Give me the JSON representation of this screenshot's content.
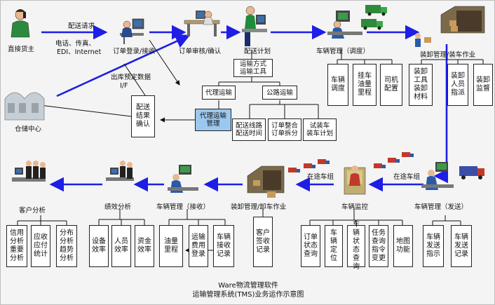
{
  "labels": {
    "delivery_request": "配送请求",
    "channels_1": "电话、传真、",
    "channels_2": "EDI、Internet",
    "outbound_data": "出库预定数据",
    "if": "I/F",
    "in_transit_mid": "在途车组",
    "in_transit_right": "在途车组"
  },
  "nodes": {
    "direct_shipper": "直接货主",
    "order_entry": "订单登录/接收",
    "order_audit": "订单审核/确认",
    "delivery_plan": "配送计划",
    "vehicle_dispatch": "车辆管理（调度）",
    "loading_work": "装卸管理/装车作业",
    "warehouse": "仓储中心",
    "vehicle_send": "车辆管理（发送）",
    "vehicle_monitor": "车辆监控",
    "unloading_work": "装卸管理/卸车作业",
    "vehicle_receive": "车辆管理（接收）",
    "performance": "绩效分析",
    "customer_analysis": "客户分析"
  },
  "boxes": {
    "transport_mode": "运输方式\n运输工具",
    "agent_transport": "代理运输",
    "road_transport": "公路运输",
    "agent_transport_mgmt": "代理运输\n管理",
    "route_time": "配送线路\n配送时间",
    "order_consolidation": "订单整合\n订单拆分",
    "loading_plan": "试装车\n装车计划",
    "delivery_result": "配送结果确认",
    "vehicle_dispatch": "车辆调度",
    "trailer_fuel": "挂车油量里程",
    "driver_assign": "司机配置",
    "loading_tools": "装卸工具装卸材料",
    "loading_staff": "装卸人员指派",
    "loading_supervision": "装卸监督",
    "send_instruction": "车辆发送指示",
    "send_record": "车辆发送记录",
    "order_status": "订单状态查询",
    "vehicle_locate": "车辆定位",
    "vehicle_status": "车辆状态查询",
    "task_query": "任务查询指令变更",
    "map_function": "地图功能",
    "customer_receipt": "客户签收记录",
    "vehicle_receive_record": "车辆接收记录",
    "transport_cost": "运输费用登录",
    "fuel_mileage": "油量里程",
    "equipment_efficiency": "设备效率",
    "staff_efficiency": "人员效率",
    "capital_efficiency": "资金效率",
    "credit_analysis": "信用分析重要分析",
    "receivable_stats": "应收应付统计",
    "distribution_trend": "分布分析趋势分析"
  },
  "footer": {
    "software": "Ware物流管理软件",
    "caption": "运输管理系统(TMS)业务运作示意图"
  }
}
